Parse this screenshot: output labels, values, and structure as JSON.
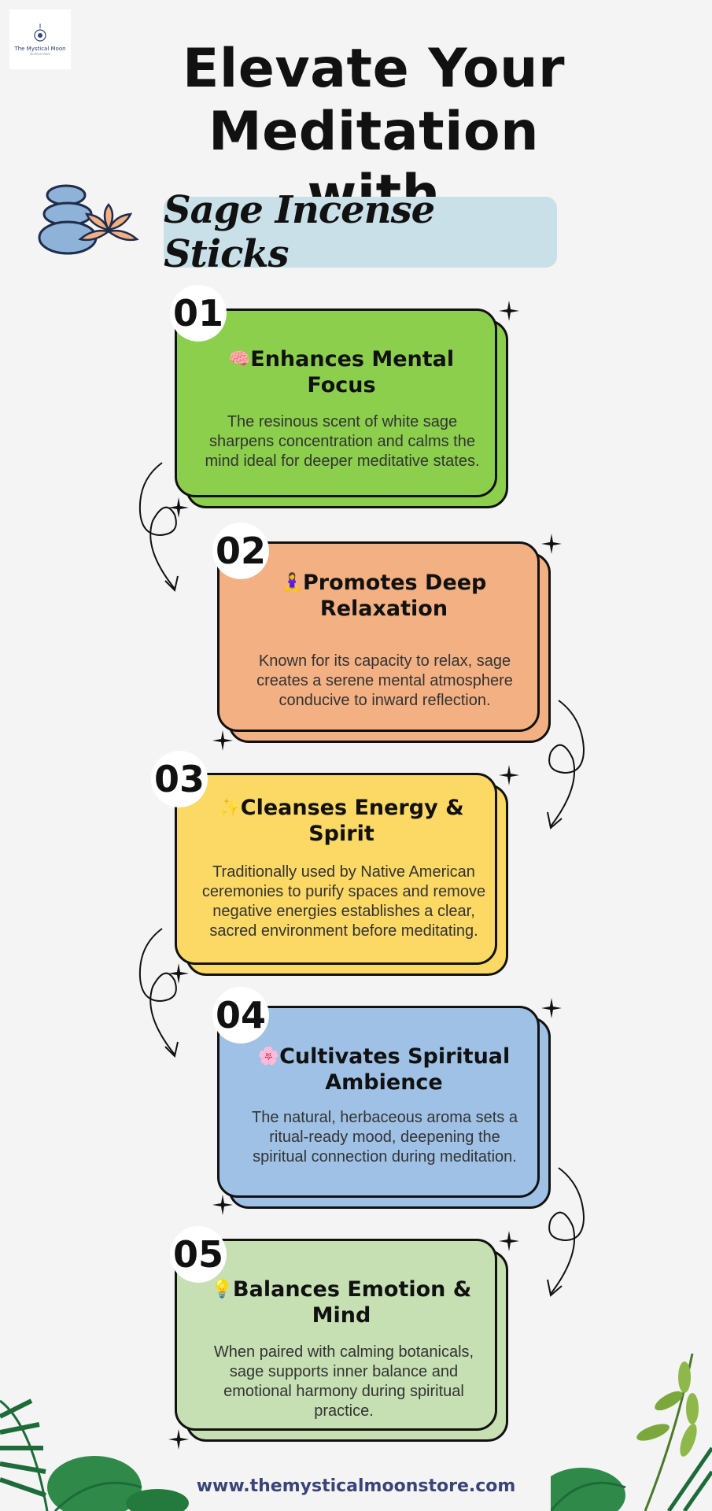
{
  "logo": {
    "brand": "The Mystical Moon",
    "sub": "incense store"
  },
  "title": "Elevate Your Meditation with",
  "banner": "Sage Incense Sticks",
  "colors": {
    "green": "#8bcf4d",
    "orange": "#f2b083",
    "yellow": "#fcd865",
    "blue": "#9fc1e5",
    "lightgreen": "#c6dfb3",
    "banner": "#c9e0e8",
    "website": "#3a4478"
  },
  "cards": [
    {
      "number": "01",
      "icon": "brain-icon",
      "emoji": "🧠",
      "heading": "Enhances Mental Focus",
      "text": "The resinous scent of white sage sharpens concentration and calms the mind ideal for deeper meditative states."
    },
    {
      "number": "02",
      "icon": "meditating-woman-icon",
      "emoji": "🧘‍♀️",
      "heading": "Promotes Deep Relaxation",
      "text": "Known for its capacity to relax, sage creates a serene mental atmosphere conducive to inward reflection."
    },
    {
      "number": "03",
      "icon": "sparkle-icon",
      "emoji": "✨",
      "heading": "Cleanses Energy & Spirit",
      "text": "Traditionally used by Native American ceremonies to purify spaces and remove negative energies establishes a clear, sacred environment before meditating."
    },
    {
      "number": "04",
      "icon": "cherry-blossom-icon",
      "emoji": "🌸",
      "heading": "Cultivates Spiritual Ambience",
      "text": "The natural, herbaceous aroma sets a ritual-ready mood, deepening the spiritual connection during meditation."
    },
    {
      "number": "05",
      "icon": "lightbulb-icon",
      "emoji": "💡",
      "heading": "Balances Emotion & Mind",
      "text": "When paired with calming botanicals, sage supports inner balance and emotional harmony during spiritual practice."
    }
  ],
  "website": "www.themysticalmoonstore.com"
}
